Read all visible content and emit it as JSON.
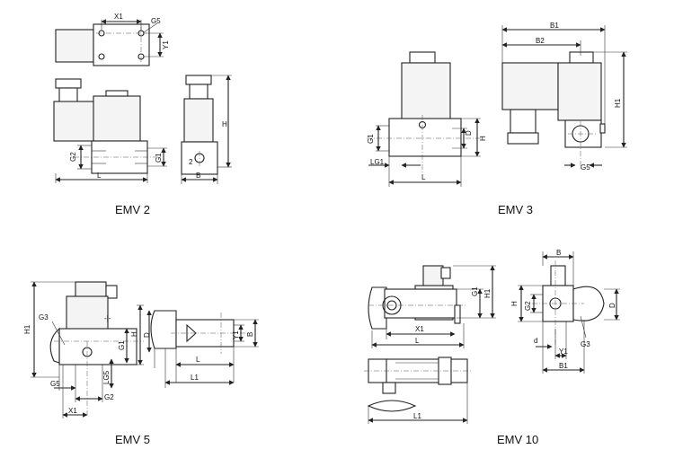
{
  "figures": [
    {
      "id": "emv2",
      "caption": "EMV 2",
      "labels": {
        "x1": "X1",
        "g5": "G5",
        "y1": "Y1",
        "h": "H",
        "g2": "G2",
        "g1": "G1",
        "l": "L",
        "b": "B"
      }
    },
    {
      "id": "emv3",
      "caption": "EMV 3",
      "labels": {
        "g1": "G1",
        "d": "D",
        "h": "H",
        "lg1": "LG1",
        "l": "L",
        "b1": "B1",
        "b2": "B2",
        "h1": "H1",
        "g5": "G5"
      }
    },
    {
      "id": "emv5",
      "caption": "EMV 5",
      "labels": {
        "h1": "H1",
        "g3": "G3",
        "g1": "G1",
        "h": "H",
        "lg5": "LG5",
        "g5": "G5",
        "g2": "G2",
        "x1": "X1",
        "d": "D",
        "l": "L",
        "l1": "L1",
        "y1": "Y1",
        "b": "B"
      }
    },
    {
      "id": "emv10",
      "caption": "EMV 10",
      "labels": {
        "g1": "G1",
        "h1": "H1",
        "x1": "X1",
        "l": "L",
        "l1": "L1",
        "b": "B",
        "h": "H",
        "g2": "G2",
        "d": "D",
        "g3": "G3",
        "sd": "d",
        "y1": "Y1",
        "b1": "B1"
      }
    }
  ]
}
